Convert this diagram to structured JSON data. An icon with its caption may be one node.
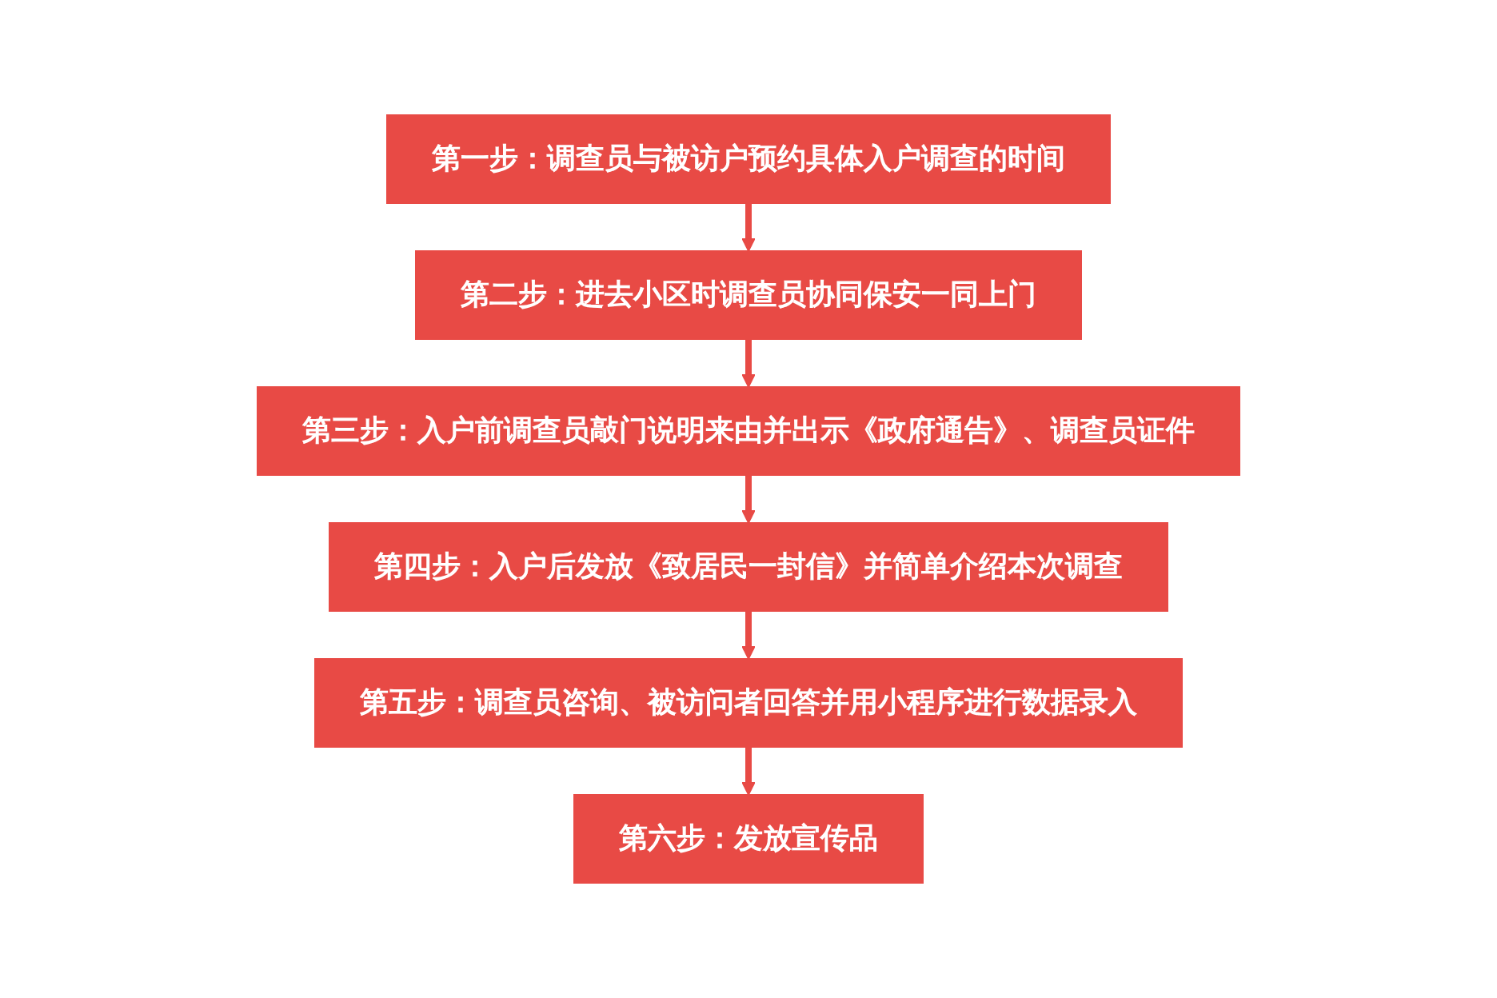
{
  "diagram": {
    "nodes": [
      {
        "text": [
          "第一步：调查员与被访户预约具体入户调查的时间"
        ]
      },
      {
        "text": [
          "第二步：进去小区时调查员协同保安一同上门"
        ]
      },
      {
        "text": [
          "第三步：入户前调查员敲门说明来由并出示《政府通告》、调查员证件"
        ]
      },
      {
        "text": [
          "第四步：入户后发放《致居民一封信》并简单介绍本次调查"
        ]
      },
      {
        "text": [
          "第五步：调查员咨询、被访问者回答并用小程序进行数据录入"
        ]
      },
      {
        "text": [
          "第六步：发放宣传品"
        ]
      }
    ],
    "edges": [
      {
        "from": 0,
        "to": 1,
        "arrow": "to"
      },
      {
        "from": 1,
        "to": 2,
        "arrow": "to"
      },
      {
        "from": 2,
        "to": 3,
        "arrow": "to"
      },
      {
        "from": 3,
        "to": 4,
        "arrow": "to"
      },
      {
        "from": 4,
        "to": 5,
        "arrow": "to"
      }
    ]
  }
}
